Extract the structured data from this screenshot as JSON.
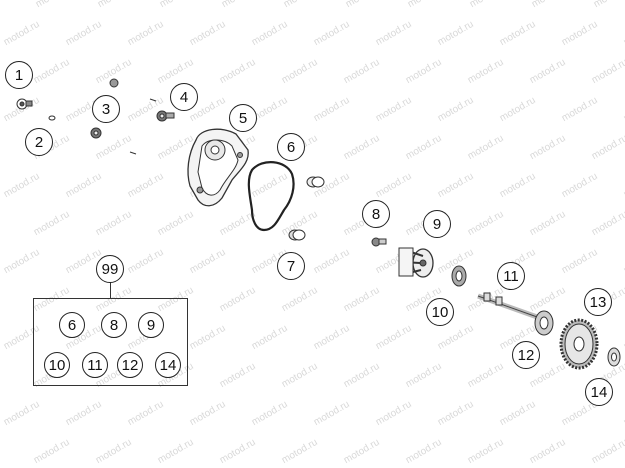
{
  "watermark": {
    "text": "motod.ru"
  },
  "callouts": [
    {
      "id": "c1",
      "label": "1"
    },
    {
      "id": "c2",
      "label": "2"
    },
    {
      "id": "c3",
      "label": "3"
    },
    {
      "id": "c4",
      "label": "4"
    },
    {
      "id": "c5",
      "label": "5"
    },
    {
      "id": "c6",
      "label": "6"
    },
    {
      "id": "c7",
      "label": "7"
    },
    {
      "id": "c8",
      "label": "8"
    },
    {
      "id": "c9",
      "label": "9"
    },
    {
      "id": "c10",
      "label": "10"
    },
    {
      "id": "c11",
      "label": "11"
    },
    {
      "id": "c12",
      "label": "12"
    },
    {
      "id": "c13",
      "label": "13"
    },
    {
      "id": "c14",
      "label": "14"
    }
  ],
  "kit": {
    "label": "99",
    "items": [
      "6",
      "8",
      "9",
      "10",
      "11",
      "12",
      "14"
    ]
  }
}
